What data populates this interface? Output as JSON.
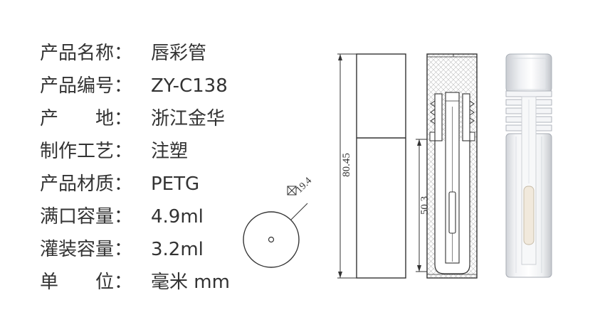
{
  "specs": [
    {
      "label": "产品名称：",
      "value": "唇彩管"
    },
    {
      "label": "产品编号：",
      "value": "ZY-C138"
    },
    {
      "label": "产　　地：",
      "value": "浙江金华"
    },
    {
      "label": "制作工艺：",
      "value": "注塑"
    },
    {
      "label": "产品材质：",
      "value": "PETG"
    },
    {
      "label": "满口容量：",
      "value": "4.9ml"
    },
    {
      "label": "灌装容量：",
      "value": "3.2ml"
    },
    {
      "label": "单　　位：",
      "value": "毫米 mm"
    }
  ],
  "dimensions": {
    "diameter": "19.4",
    "total_height": "80.45",
    "inner_height": "50.3"
  }
}
